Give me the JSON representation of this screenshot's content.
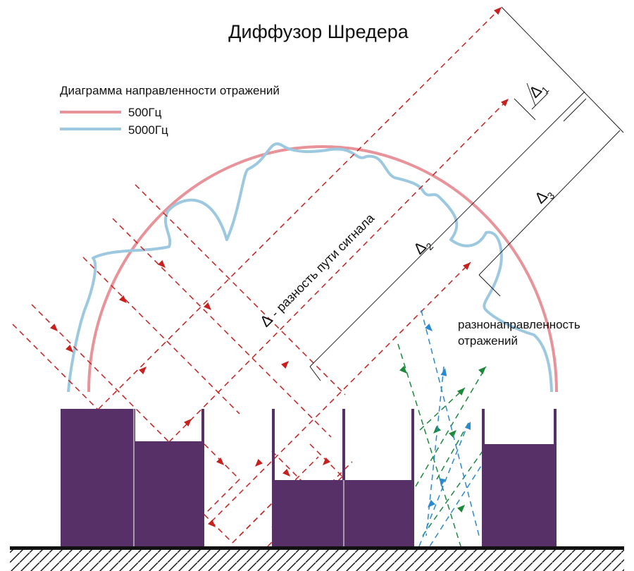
{
  "title": "Диффузор Шредера",
  "legend": {
    "title": "Диаграмма направленности отражений",
    "items": [
      {
        "label": "500Гц",
        "color": "#e8939a"
      },
      {
        "label": "5000Гц",
        "color": "#9cc9e0"
      }
    ]
  },
  "labels": {
    "delta_symbol": "Δ",
    "path_difference": " - разность пути сигнала",
    "delta1_sub": "1",
    "delta2_sub": "2",
    "delta3_sub": "3",
    "scatter_line1": "разнонаправленность",
    "scatter_line2": "отражений"
  },
  "colors": {
    "wells": "#563067",
    "ray_red": "#c8201e",
    "ray_green": "#1a8a3a",
    "ray_blue": "#2a8ad0",
    "ground": "#111111"
  }
}
